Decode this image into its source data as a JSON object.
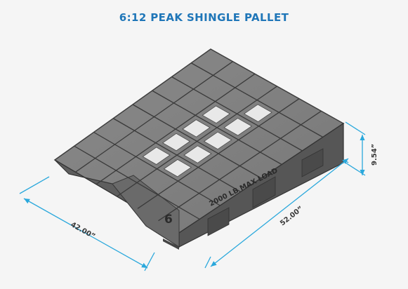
{
  "title": "6:12 PEAK SHINGLE PALLET",
  "dimensions": {
    "width": "42.00”",
    "length": "52.00”",
    "height": "9.54”"
  },
  "embossed": {
    "load_rating": "2000 LB MAX LOAD",
    "pitch_number": "6"
  },
  "colors": {
    "title": "#1f76b8",
    "dimension_line": "#2aa8dc",
    "pallet_body": "#6d6d6d",
    "background": "#f5f5f5"
  }
}
